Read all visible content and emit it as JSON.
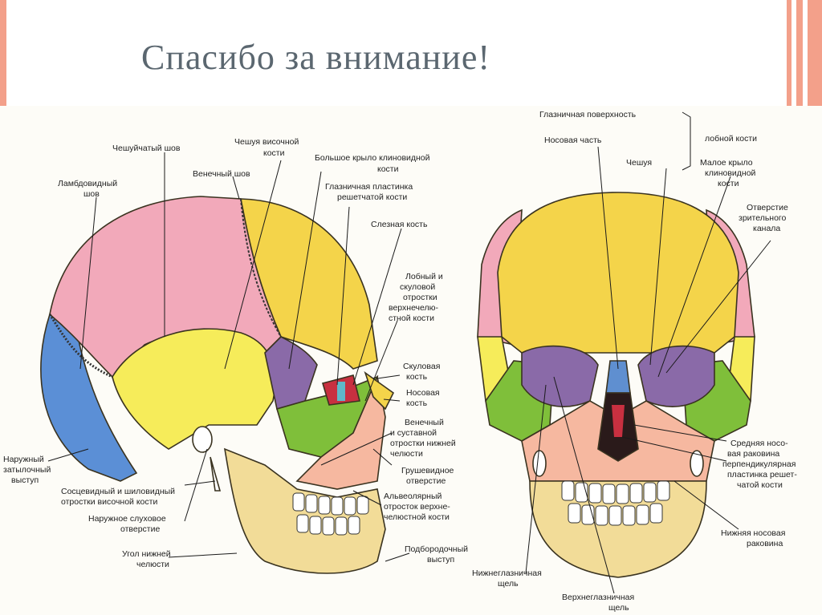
{
  "slide": {
    "title": "Спасибо за внимание!",
    "accent_color": "#f3a08a"
  },
  "lateral_view": {
    "labels": [
      "Чешуйчатый шов",
      "Чешуя височной",
      "кости",
      "Венечный шов",
      "Ламбдовидный",
      "шов",
      "Большое крыло клиновидной",
      "кости",
      "Глазничная пластинка",
      "решетчатой кости",
      "Слезная кость",
      "Лобный и",
      "скуловой",
      "отростки",
      "верхнечелю-",
      "стной кости",
      "Скуловая",
      "кость",
      "Носовая",
      "кость",
      "Венечный",
      "и суставной",
      "отростки нижней",
      "челюсти",
      "Грушевидное",
      "отверстие",
      "Альвеолярный",
      "отросток верхне-",
      "челюстной кости",
      "Подбородочный",
      "выступ",
      "Наружный",
      "затылочный",
      "выступ",
      "Сосцевидный и шиловидный",
      "отростки височной кости",
      "Наружное слуховое",
      "отверстие",
      "Угол нижней",
      "челюсти"
    ]
  },
  "frontal_view": {
    "labels": [
      "Глазничная поверхность",
      "лобной кости",
      "Носовая часть",
      "Чешуя",
      "Малое крыло",
      "клиновидной",
      "кости",
      "Отверстие",
      "зрительного",
      "канала",
      "Средняя носо-",
      "вая раковина",
      "перпендикулярная",
      "пластинка решет-",
      "чатой кости",
      "Нижняя носовая",
      "раковина",
      "Нижнеглазничная",
      "щель",
      "Верхнеглазничная",
      "щель"
    ]
  },
  "bone_colors": {
    "parietal": "#f2a9ba",
    "frontal": "#f4d44a",
    "temporal": "#f6ec5a",
    "occipital": "#5b8fd6",
    "sphenoid": "#8a6aa8",
    "zygomatic": "#7fbf3a",
    "maxilla": "#f6b8a0",
    "mandible": "#f2dc98"
  }
}
